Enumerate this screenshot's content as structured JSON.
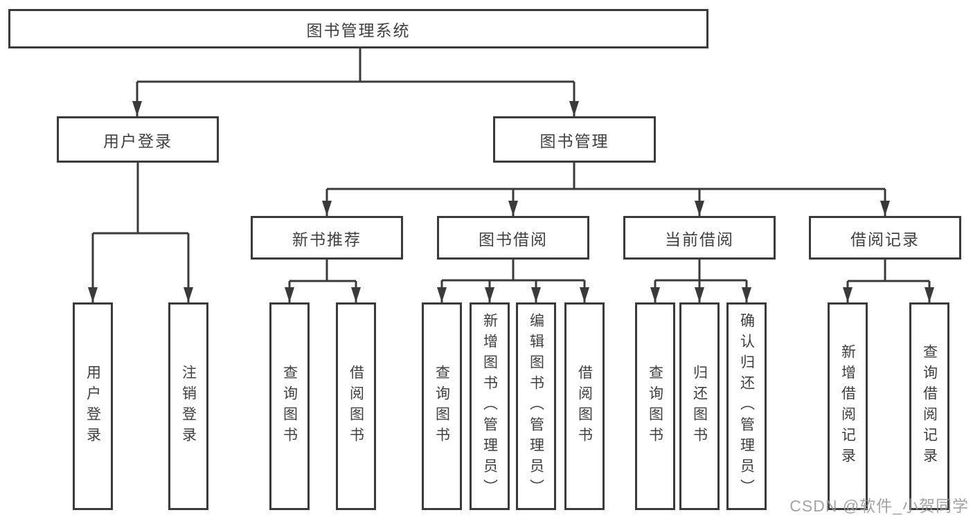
{
  "tree": {
    "root": "图书管理系统",
    "children": [
      {
        "label": "用户登录",
        "leaves": [
          "用户登录",
          "注销登录"
        ]
      },
      {
        "label": "图书管理",
        "children": [
          {
            "label": "新书推荐",
            "leaves": [
              "查询图书",
              "借阅图书"
            ]
          },
          {
            "label": "图书借阅",
            "leaves": [
              "查询图书",
              "新增图书（管理员）",
              "编辑图书（管理员）",
              "借阅图书"
            ]
          },
          {
            "label": "当前借阅",
            "leaves": [
              "查询图书",
              "归还图书",
              "确认归还（管理员）"
            ]
          },
          {
            "label": "借阅记录",
            "leaves": [
              "新增借阅记录",
              "查询借阅记录"
            ]
          }
        ]
      }
    ]
  },
  "watermark": "CSDN @软件_小贺同学",
  "colors": {
    "line": "#3a3a3a",
    "text": "#3f3f3f",
    "box_background": "#ffffff",
    "watermark": "#96969a"
  }
}
